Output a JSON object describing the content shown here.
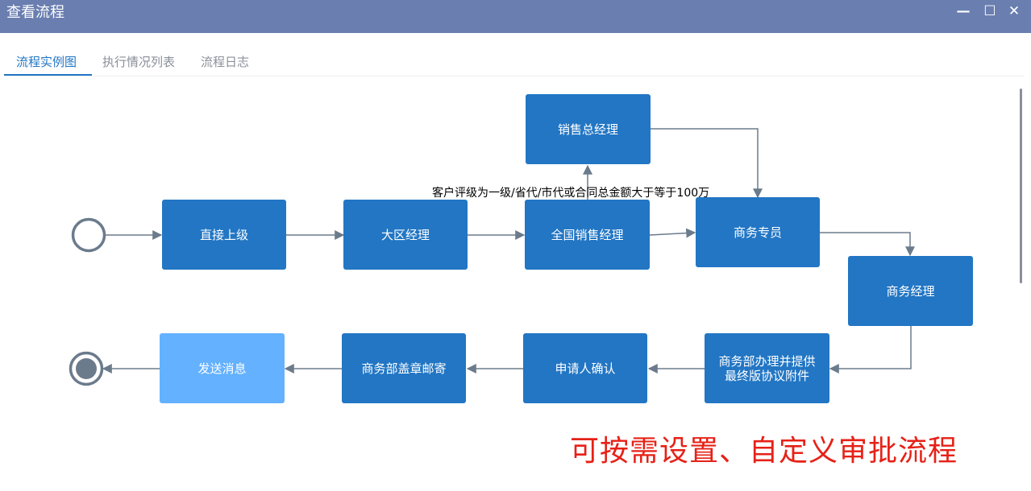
{
  "window": {
    "title": "查看流程",
    "controls": {
      "minimize": "—",
      "maximize": "☐",
      "close": "✕"
    }
  },
  "tabs": [
    {
      "label": "流程实例图",
      "active": true
    },
    {
      "label": "执行情况列表",
      "active": false
    },
    {
      "label": "流程日志",
      "active": false
    }
  ],
  "flow": {
    "nodes": {
      "direct_superior": "直接上级",
      "region_manager": "大区经理",
      "national_sales_manager": "全国销售经理",
      "sales_gm": "销售总经理",
      "business_specialist": "商务专员",
      "business_manager": "商务经理",
      "business_dept_process": "商务部办理并提供最终版协议附件",
      "applicant_confirm": "申请人确认",
      "business_dept_seal_mail": "商务部盖章邮寄",
      "send_message": "发送消息"
    },
    "condition_label": "客户评级为一级/省代/市代或合同总金额大于等于100万"
  },
  "overlay_text": "可按需设置、自定义审批流程",
  "colors": {
    "titlebar": "#6a7eb0",
    "node": "#2276c4",
    "node_pending": "#63b1ff",
    "active_tab": "#2276c4",
    "edge": "#6b7b8c",
    "overlay_text": "#e62117"
  }
}
